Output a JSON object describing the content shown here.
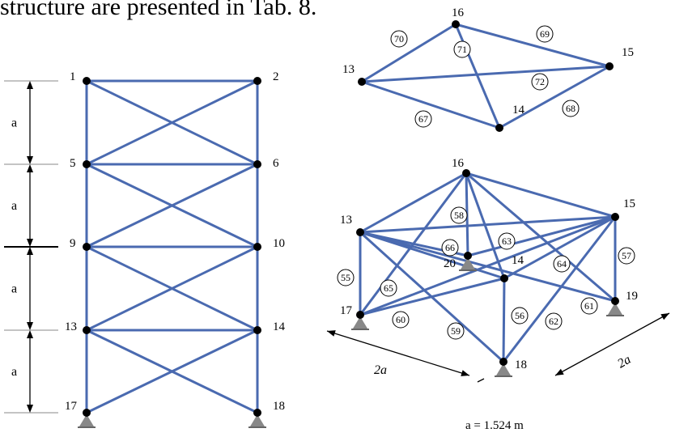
{
  "header_text": "structure are presented in Tab. 8.",
  "dimension_label": "a",
  "span_label": "2a",
  "note": "a = 1.524 m",
  "tower_nodes": [
    "1",
    "2",
    "5",
    "6",
    "9",
    "10",
    "13",
    "14",
    "17",
    "18"
  ],
  "top_view": {
    "nodes": [
      "16",
      "15",
      "13",
      "14"
    ],
    "elements": [
      "70",
      "71",
      "69",
      "72",
      "67",
      "68"
    ]
  },
  "bottom_module": {
    "nodes": [
      "16",
      "15",
      "13",
      "14",
      "20",
      "17",
      "18",
      "19"
    ],
    "elements": [
      "58",
      "66",
      "63",
      "64",
      "57",
      "55",
      "65",
      "60",
      "56",
      "59",
      "62",
      "61"
    ]
  }
}
